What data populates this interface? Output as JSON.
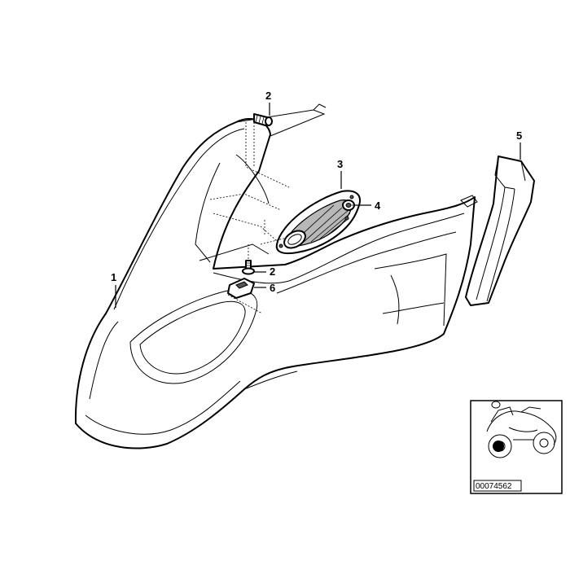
{
  "diagram": {
    "callouts": [
      {
        "id": "c1",
        "label": "1"
      },
      {
        "id": "c2a",
        "label": "2"
      },
      {
        "id": "c2b",
        "label": "2"
      },
      {
        "id": "c3",
        "label": "3"
      },
      {
        "id": "c4",
        "label": "4"
      },
      {
        "id": "c5",
        "label": "5"
      },
      {
        "id": "c6",
        "label": "6"
      }
    ],
    "inset": {
      "code": "00074562"
    }
  }
}
